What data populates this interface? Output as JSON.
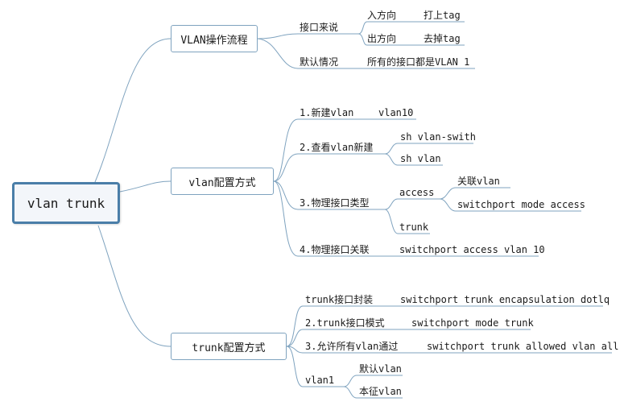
{
  "root": "vlan trunk",
  "branches": [
    {
      "label": "VLAN操作流程",
      "children": [
        {
          "label": "接口来说",
          "children": [
            {
              "label": "入方向",
              "children": [
                {
                  "label": "打上tag"
                }
              ]
            },
            {
              "label": "出方向",
              "children": [
                {
                  "label": "去掉tag"
                }
              ]
            }
          ]
        },
        {
          "label": "默认情况",
          "children": [
            {
              "label": "所有的接口都是VLAN 1"
            }
          ]
        }
      ]
    },
    {
      "label": "vlan配置方式",
      "children": [
        {
          "label": "1.新建vlan",
          "children": [
            {
              "label": "vlan10"
            }
          ]
        },
        {
          "label": "2.查看vlan新建",
          "children": [
            {
              "label": "sh vlan-swith"
            },
            {
              "label": "sh vlan"
            }
          ]
        },
        {
          "label": "3.物理接口类型",
          "children": [
            {
              "label": "access",
              "children": [
                {
                  "label": "关联vlan"
                },
                {
                  "label": "switchport mode access"
                }
              ]
            },
            {
              "label": "trunk"
            }
          ]
        },
        {
          "label": "4.物理接口关联",
          "children": [
            {
              "label": "switchport access vlan 10"
            }
          ]
        }
      ]
    },
    {
      "label": "trunk配置方式",
      "children": [
        {
          "label": "trunk接口封装",
          "children": [
            {
              "label": "switchport trunk encapsulation dotlq"
            }
          ]
        },
        {
          "label": "2.trunk接口模式",
          "children": [
            {
              "label": "switchport mode trunk"
            }
          ]
        },
        {
          "label": "3.允许所有vlan通过",
          "children": [
            {
              "label": "switchport trunk allowed vlan all"
            }
          ]
        },
        {
          "label": "vlan1",
          "children": [
            {
              "label": "默认vlan"
            },
            {
              "label": "本征vlan"
            }
          ]
        }
      ]
    }
  ]
}
